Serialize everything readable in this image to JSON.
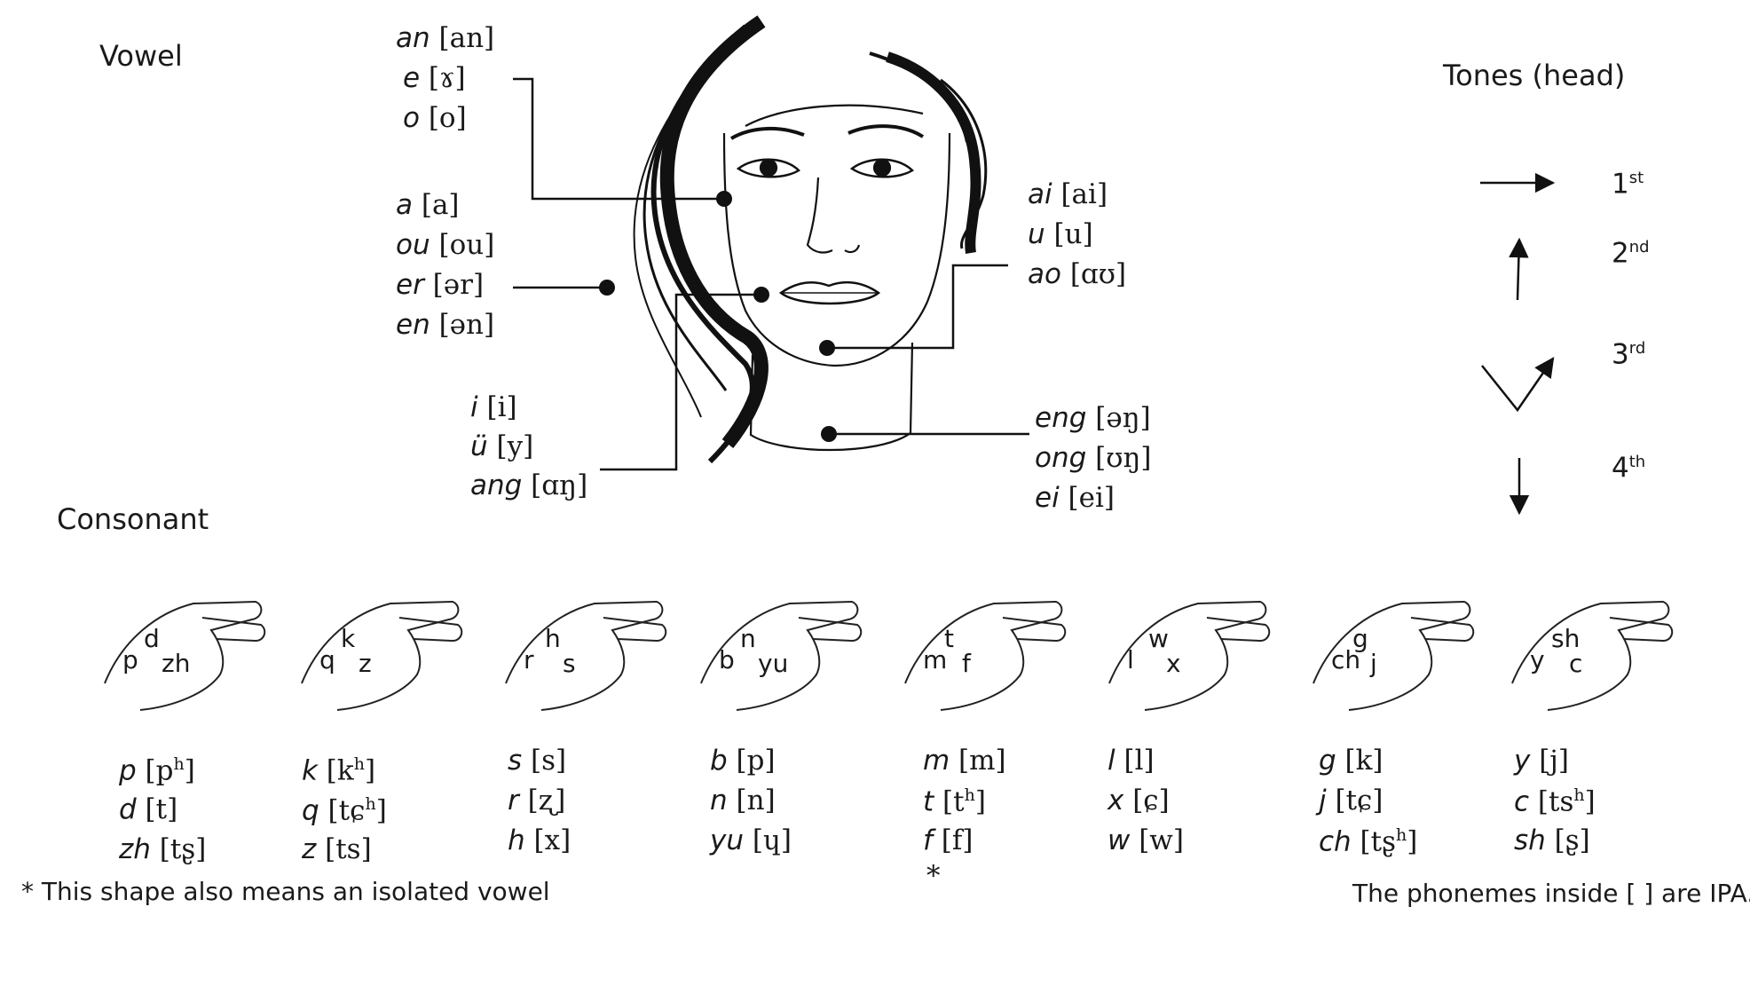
{
  "headers": {
    "vowel": "Vowel",
    "consonant": "Consonant",
    "tones": "Tones (head)"
  },
  "vowel_groups": [
    {
      "position": "cheek",
      "items": [
        {
          "roman": "an",
          "ipa": "[an]"
        },
        {
          "roman": "e",
          "ipa": "[ɤ]"
        },
        {
          "roman": "o",
          "ipa": "[o]"
        }
      ]
    },
    {
      "position": "beside-mouth",
      "items": [
        {
          "roman": "a",
          "ipa": "[a]"
        },
        {
          "roman": "ou",
          "ipa": "[ou]"
        },
        {
          "roman": "er",
          "ipa": "[ər]"
        },
        {
          "roman": "en",
          "ipa": "[ən]"
        }
      ]
    },
    {
      "position": "side",
      "items": [
        {
          "roman": "i",
          "ipa": "[i]"
        },
        {
          "roman": "ü",
          "ipa": "[y]"
        },
        {
          "roman": "ang",
          "ipa": "[ɑŋ]"
        }
      ]
    },
    {
      "position": "chin",
      "items": [
        {
          "roman": "ai",
          "ipa": "[ai]"
        },
        {
          "roman": "u",
          "ipa": "[u]"
        },
        {
          "roman": "ao",
          "ipa": "[ɑʊ]"
        }
      ]
    },
    {
      "position": "throat",
      "items": [
        {
          "roman": "eng",
          "ipa": "[əŋ]"
        },
        {
          "roman": "ong",
          "ipa": "[ʊŋ]"
        },
        {
          "roman": "ei",
          "ipa": "[ei]"
        }
      ]
    }
  ],
  "tones": [
    {
      "label": "1",
      "suffix": "st",
      "direction": "right"
    },
    {
      "label": "2",
      "suffix": "nd",
      "direction": "up"
    },
    {
      "label": "3",
      "suffix": "rd",
      "direction": "down-up"
    },
    {
      "label": "4",
      "suffix": "th",
      "direction": "down"
    }
  ],
  "handshapes": [
    {
      "hand_letters": [
        "d",
        "p",
        "zh"
      ],
      "items": [
        {
          "roman": "p",
          "ipa": "[p",
          "sup": "h",
          "close": "]"
        },
        {
          "roman": "d",
          "ipa": "[t]"
        },
        {
          "roman": "zh",
          "ipa": "[tʂ]"
        }
      ]
    },
    {
      "hand_letters": [
        "k",
        "q",
        "z"
      ],
      "items": [
        {
          "roman": "k",
          "ipa": "[k",
          "sup": "h",
          "close": "]"
        },
        {
          "roman": "q",
          "ipa": "[tɕ",
          "sup": "h",
          "close": "]"
        },
        {
          "roman": "z",
          "ipa": "[ts]"
        }
      ]
    },
    {
      "hand_letters": [
        "h",
        "r",
        "s"
      ],
      "items": [
        {
          "roman": "s",
          "ipa": "[s]"
        },
        {
          "roman": "r",
          "ipa": "[ʐ]"
        },
        {
          "roman": "h",
          "ipa": "[x]"
        }
      ]
    },
    {
      "hand_letters": [
        "n",
        "b",
        "yu"
      ],
      "items": [
        {
          "roman": "b",
          "ipa": "[p]"
        },
        {
          "roman": "n",
          "ipa": "[n]"
        },
        {
          "roman": "yu",
          "ipa": "[ɥ]"
        }
      ]
    },
    {
      "hand_letters": [
        "t",
        "m",
        "f"
      ],
      "items": [
        {
          "roman": "m",
          "ipa": "[m]"
        },
        {
          "roman": "t",
          "ipa": "[t",
          "sup": "h",
          "close": "]"
        },
        {
          "roman": "f",
          "ipa": "[f]"
        }
      ],
      "asterisk": "*"
    },
    {
      "hand_letters": [
        "w",
        "l",
        "x"
      ],
      "items": [
        {
          "roman": "l",
          "ipa": "[l]"
        },
        {
          "roman": "x",
          "ipa": "[ɕ]"
        },
        {
          "roman": "w",
          "ipa": "[w]"
        }
      ]
    },
    {
      "hand_letters": [
        "g",
        "ch",
        "j"
      ],
      "items": [
        {
          "roman": "g",
          "ipa": "[k]"
        },
        {
          "roman": "j",
          "ipa": "[tɕ]"
        },
        {
          "roman": "ch",
          "ipa": "[tʂ",
          "sup": "h",
          "close": "]"
        }
      ]
    },
    {
      "hand_letters": [
        "sh",
        "y",
        "c"
      ],
      "items": [
        {
          "roman": "y",
          "ipa": "[j]"
        },
        {
          "roman": "c",
          "ipa": "[ts",
          "sup": "h",
          "close": "]"
        },
        {
          "roman": "sh",
          "ipa": "[ʂ]"
        }
      ]
    }
  ],
  "footnotes": {
    "isolated_vowel": "*  This shape also means an isolated vowel",
    "ipa_note": "The phonemes inside [ ] are IPA."
  }
}
